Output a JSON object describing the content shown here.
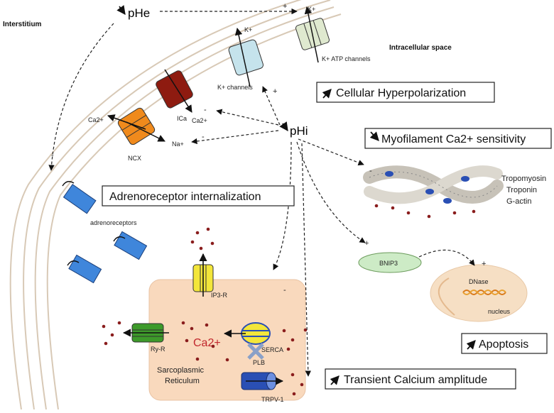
{
  "labels": {
    "interstitium": "Interstitium",
    "intracellular": "Intracellular space",
    "phe": "pHe",
    "phi": "pHi",
    "k_top": "K+",
    "k_ch": "K+",
    "katp": "K+ ATP channels",
    "kch": "K+ channels",
    "ica": "ICa",
    "ca_ica": "Ca2+",
    "ca_ncx": "Ca2+",
    "na": "Na+",
    "ncx": "NCX",
    "adreno": "adrenoreceptors",
    "ip3r": "IP3-R",
    "ryr": "Ry-R",
    "ca_sr": "Ca2+",
    "serca": "SERCA",
    "plb": "PLB",
    "sr1": "Sarcoplasmic",
    "sr2": "Reticulum",
    "trpv": "TRPV-1",
    "bnip3": "BNIP3",
    "dnase": "DNase",
    "nucleus": "nucleus",
    "tropomyosin": "Tropomyosin",
    "troponin": "Troponin",
    "gactin": "G-actin"
  },
  "boxes": {
    "hyper": "Cellular Hyperpolarization",
    "myo": "Myofilament Ca2+ sensitivity",
    "adreno": "Adrenoreceptor internalization",
    "apop": "Apoptosis",
    "transient": "Transient Calcium amplitude"
  },
  "signs": {
    "s1": "+",
    "s2": "+",
    "s3": "-",
    "s4": "-",
    "s5": "-",
    "s6": "-",
    "s7": "-",
    "s8": "+",
    "s9": "+"
  },
  "colors": {
    "sr": "#f9d9bd",
    "kch": "#c5e3ec",
    "katp": "#dfe9cf",
    "ica": "#8e1b10",
    "ncx": "#f08a1c",
    "adreno": "#3f86db",
    "ip3r": "#f3e63a",
    "ryr": "#3d9a2a",
    "trpv": "#2a4fb4",
    "bnip3": "#cdebc6",
    "nucleus": "#f6dfc4",
    "dots": "#8a1d1d"
  }
}
